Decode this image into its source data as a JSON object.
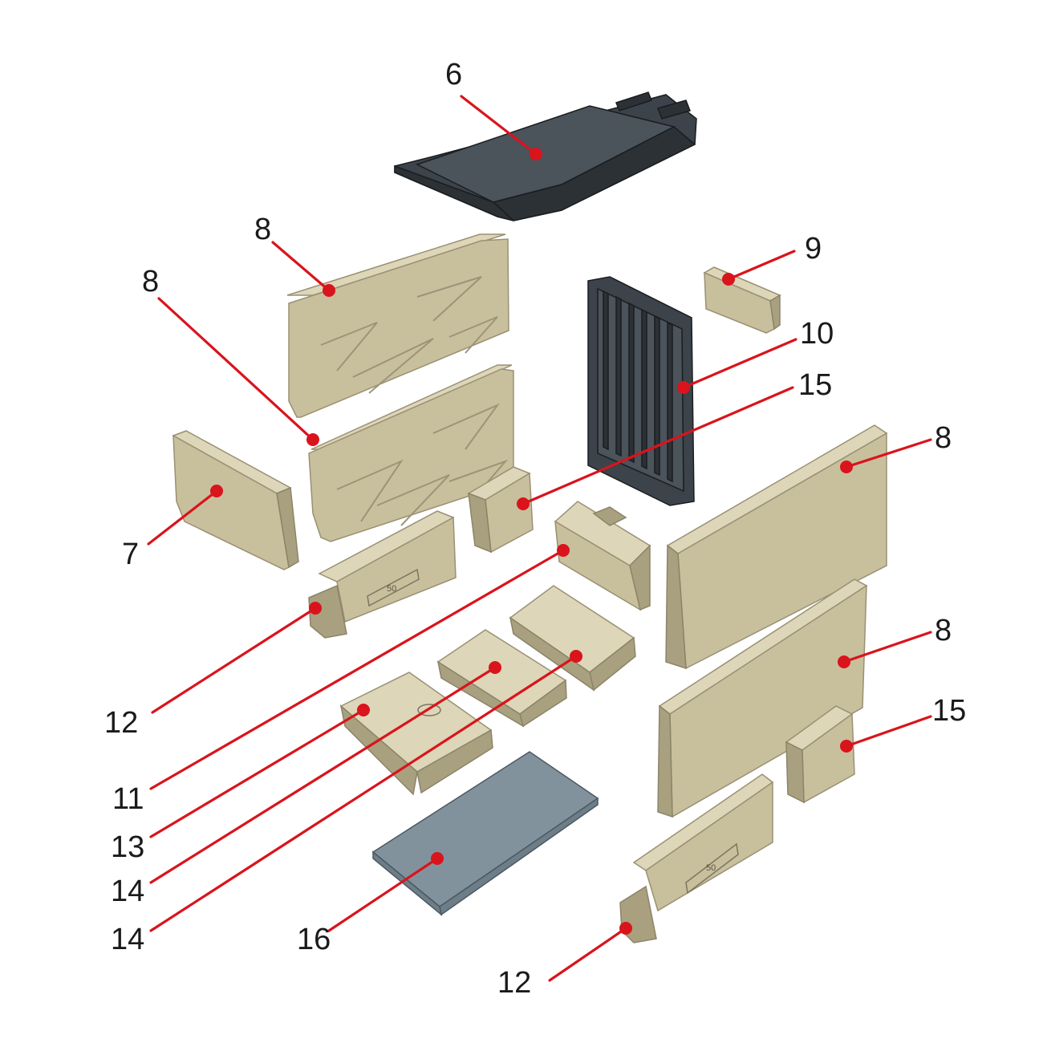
{
  "callouts": [
    {
      "id": "c6",
      "label": "6"
    },
    {
      "id": "c8a",
      "label": "8"
    },
    {
      "id": "c8b",
      "label": "8"
    },
    {
      "id": "c9",
      "label": "9"
    },
    {
      "id": "c10",
      "label": "10"
    },
    {
      "id": "c15a",
      "label": "15"
    },
    {
      "id": "c8c",
      "label": "8"
    },
    {
      "id": "c7",
      "label": "7"
    },
    {
      "id": "c8d",
      "label": "8"
    },
    {
      "id": "c15b",
      "label": "15"
    },
    {
      "id": "c12a",
      "label": "12"
    },
    {
      "id": "c11",
      "label": "11"
    },
    {
      "id": "c13",
      "label": "13"
    },
    {
      "id": "c14a",
      "label": "14"
    },
    {
      "id": "c14b",
      "label": "14"
    },
    {
      "id": "c16",
      "label": "16"
    },
    {
      "id": "c12b",
      "label": "12"
    }
  ],
  "stamps": {
    "part12_top": "50",
    "part12_bottom": "50"
  },
  "colors": {
    "leader": "#d9141c",
    "brick": "#c8bf9d",
    "steel": "#2c3136",
    "plate": "#6d7e88"
  }
}
